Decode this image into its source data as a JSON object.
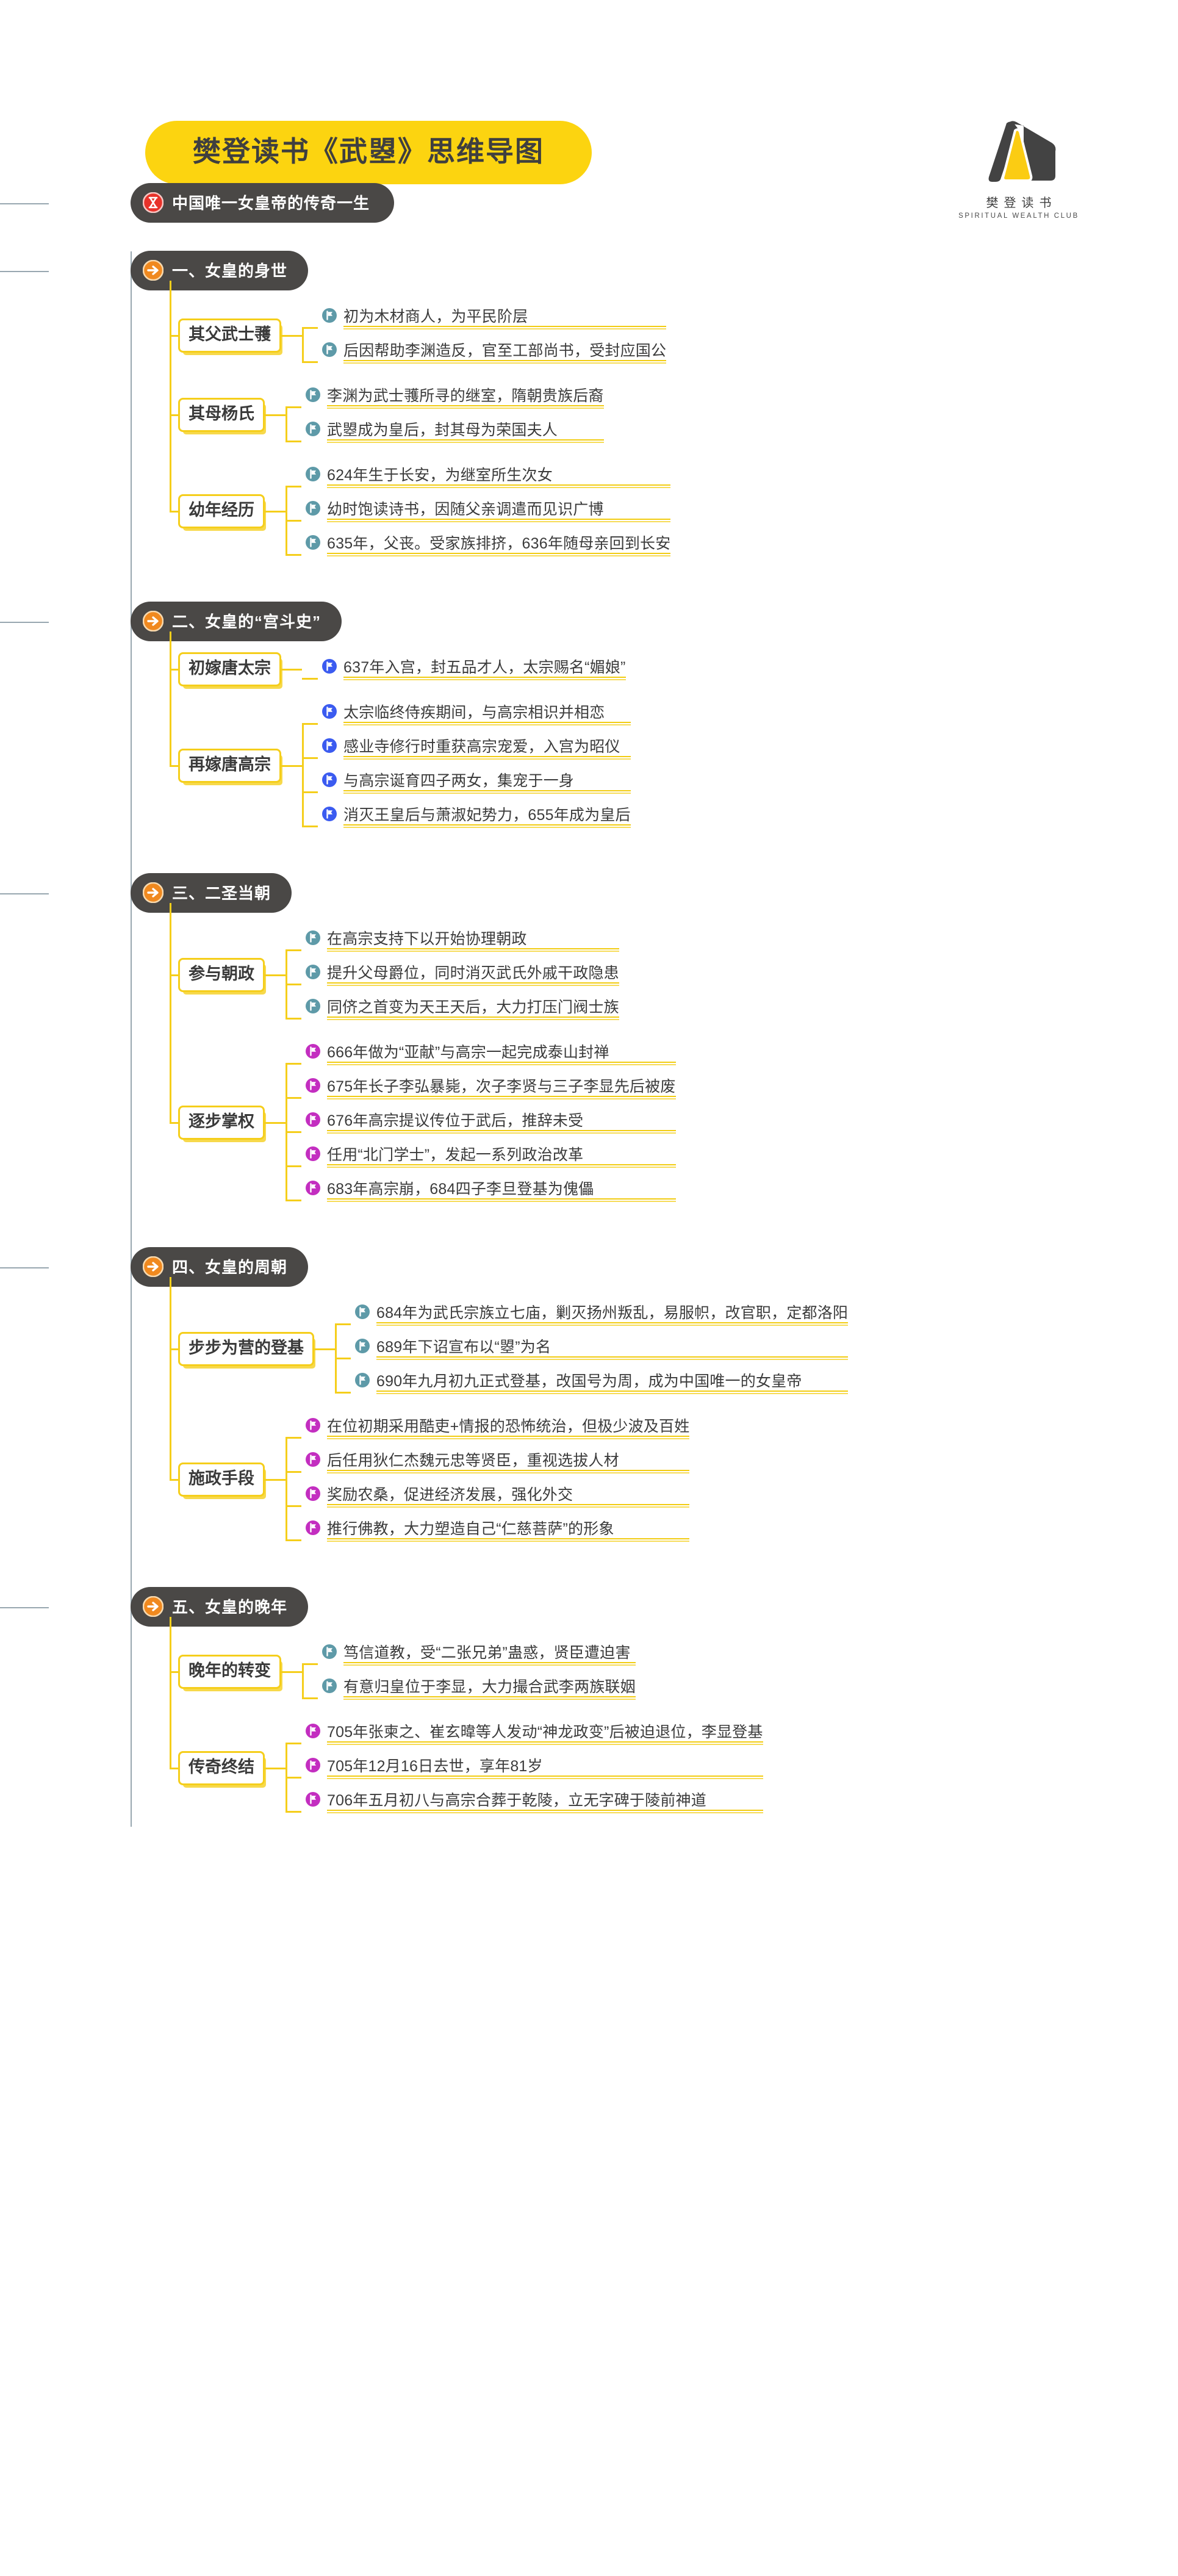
{
  "header": {
    "title": "樊登读书《武曌》思维导图",
    "logo_cn": "樊登读书",
    "logo_en": "SPIRITUAL WEALTH CLUB"
  },
  "colors": {
    "title_pill": "#FCD410",
    "node_dark": "#4a4846",
    "branch_border": "#F5CE1B",
    "rule": "#F2CC12",
    "icon_teal": "#5e9aa8",
    "icon_blue": "#3b5bf0",
    "icon_magenta": "#c32ec0",
    "icon_orange": "#f0891f",
    "icon_red": "#e8322a",
    "spine": "#98a7b0"
  },
  "intro": {
    "icon": "hourglass-icon",
    "label": "中国唯一女皇帝的传奇一生"
  },
  "sections": [
    {
      "icon": "arrow-right-icon",
      "label": "一、女皇的身世",
      "branches": [
        {
          "label": "其父武士彟",
          "icon_color": "icon_teal",
          "leaves": [
            "初为木材商人，为平民阶层",
            "后因帮助李渊造反，官至工部尚书，受封应国公"
          ]
        },
        {
          "label": "其母杨氏",
          "icon_color": "icon_teal",
          "leaves": [
            "李渊为武士彟所寻的继室，隋朝贵族后裔",
            "武曌成为皇后，封其母为荣国夫人"
          ]
        },
        {
          "label": "幼年经历",
          "icon_color": "icon_teal",
          "leaves": [
            "624年生于长安，为继室所生次女",
            "幼时饱读诗书，因随父亲调遣而见识广博",
            "635年，父丧。受家族排挤，636年随母亲回到长安"
          ]
        }
      ]
    },
    {
      "icon": "arrow-right-icon",
      "label": "二、女皇的“宫斗史”",
      "branches": [
        {
          "label": "初嫁唐太宗",
          "icon_color": "icon_blue",
          "leaves": [
            "637年入宫，封五品才人，太宗赐名“媚娘”"
          ]
        },
        {
          "label": "再嫁唐高宗",
          "icon_color": "icon_blue",
          "leaves": [
            "太宗临终侍疾期间，与高宗相识并相恋",
            "感业寺修行时重获高宗宠爱，入宫为昭仪",
            "与高宗诞育四子两女，集宠于一身",
            "消灭王皇后与萧淑妃势力，655年成为皇后"
          ]
        }
      ]
    },
    {
      "icon": "arrow-right-icon",
      "label": "三、二圣当朝",
      "branches": [
        {
          "label": "参与朝政",
          "icon_color": "icon_teal",
          "leaves": [
            "在高宗支持下以开始协理朝政",
            "提升父母爵位，同时消灭武氏外戚干政隐患",
            "同侪之首变为天王天后，大力打压门阀士族"
          ]
        },
        {
          "label": "逐步掌权",
          "icon_color": "icon_magenta",
          "leaves": [
            "666年做为“亚献”与高宗一起完成泰山封禅",
            "675年长子李弘暴毙，次子李贤与三子李显先后被废",
            "676年高宗提议传位于武后，推辞未受",
            "任用“北门学士”，发起一系列政治改革",
            "683年高宗崩，684四子李旦登基为傀儡"
          ]
        }
      ]
    },
    {
      "icon": "arrow-right-icon",
      "label": "四、女皇的周朝",
      "branches": [
        {
          "label": "步步为营的登基",
          "icon_color": "icon_teal",
          "leaves": [
            "684年为武氏宗族立七庙，剿灭扬州叛乱，易服帜，改官职，定都洛阳",
            "689年下诏宣布以“曌”为名",
            "690年九月初九正式登基，改国号为周，成为中国唯一的女皇帝"
          ]
        },
        {
          "label": "施政手段",
          "icon_color": "icon_magenta",
          "leaves": [
            "在位初期采用酷吏+情报的恐怖统治，但极少波及百姓",
            "后任用狄仁杰魏元忠等贤臣，重视选拔人材",
            "奖励农桑，促进经济发展，强化外交",
            "推行佛教，大力塑造自己“仁慈菩萨”的形象"
          ]
        }
      ]
    },
    {
      "icon": "arrow-right-icon",
      "label": "五、女皇的晚年",
      "branches": [
        {
          "label": "晚年的转变",
          "icon_color": "icon_teal",
          "leaves": [
            "笃信道教，受“二张兄弟”蛊惑，贤臣遭迫害",
            "有意归皇位于李显，大力撮合武李两族联姻"
          ]
        },
        {
          "label": "传奇终结",
          "icon_color": "icon_magenta",
          "leaves": [
            "705年张柬之、崔玄暐等人发动“神龙政变”后被迫退位，李显登基",
            "705年12月16日去世，享年81岁",
            "706年五月初八与高宗合葬于乾陵，立无字碑于陵前神道"
          ]
        }
      ]
    }
  ]
}
